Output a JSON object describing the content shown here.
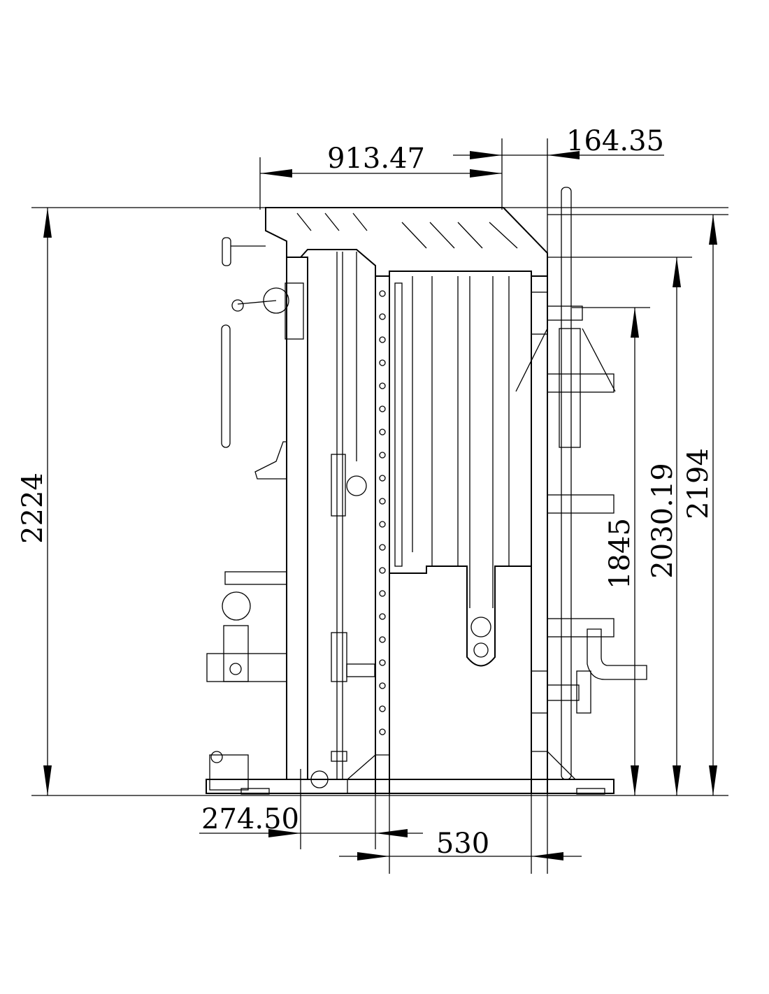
{
  "drawing": {
    "title": "Multi-functional trainer side elevation",
    "dimensions": {
      "top_width": "913.47",
      "top_offset": "164.35",
      "overall_height": "2224",
      "height_2194": "2194",
      "height_2030": "2030.19",
      "height_1845": "1845",
      "bottom_offset": "274.50",
      "stack_width": "530"
    },
    "line_color": "#000000",
    "background": "#ffffff"
  }
}
